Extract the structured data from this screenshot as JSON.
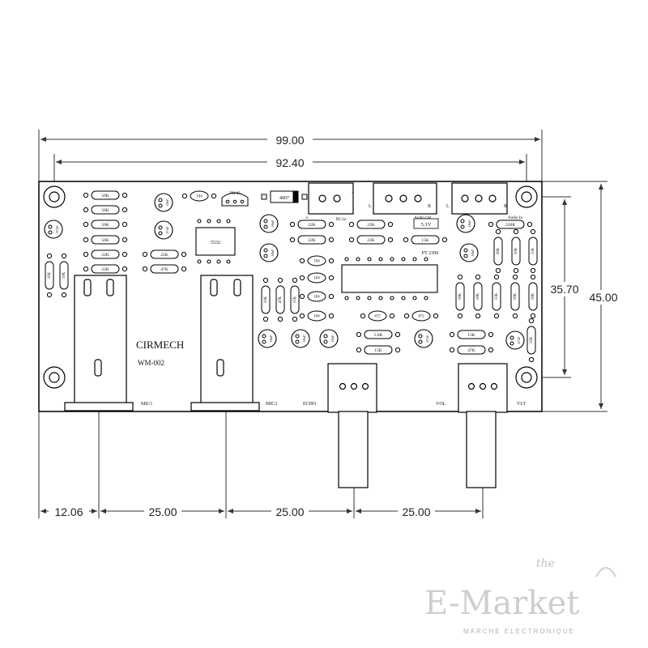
{
  "dimensions": {
    "total_width": "99.00",
    "hole_spacing": "92.40",
    "height_inner": "35.70",
    "height_total": "45.00",
    "edge_offset": "12.06",
    "pitch_1": "25.00",
    "pitch_2": "25.00",
    "pitch_3": "25.00"
  },
  "board": {
    "brand": "CIRMECH",
    "model": "WM-002",
    "connectors": [
      "DC1n",
      "Audio Out",
      "Audio In"
    ],
    "dc_polarity": [
      "+",
      "-"
    ],
    "channels": [
      "L",
      "R",
      "L",
      "R"
    ],
    "bottom_labels": [
      "MIC1",
      "MIC2",
      "ECHO",
      "VOL",
      "VLT"
    ],
    "chips": [
      "5532",
      "PT 2399"
    ],
    "regulator": "78L05",
    "diode": "4007",
    "zener": "5.1V",
    "resistors": [
      "56K",
      "56K",
      "56K",
      "56K",
      "22K",
      "22K",
      "10K",
      "10K",
      "22K",
      "47K",
      "22K",
      "22K",
      "22K",
      "22K",
      "15K",
      "5.6K",
      "15K",
      "15K",
      "47K",
      "220R",
      "56K",
      "18K",
      "18K",
      "15K",
      "18K",
      "18K",
      "10K",
      "47K",
      "15K"
    ],
    "caps": [
      "104",
      "104",
      "104",
      "104",
      "104",
      "472",
      "472",
      "47uF",
      "10uF",
      "47uF",
      "10uF",
      "10uF",
      "10uF",
      "10uF",
      "10uF",
      "47uF",
      "10uF",
      "10uF",
      "47uF"
    ]
  },
  "watermark": {
    "script": "the",
    "name": "E-Market",
    "tagline": "MARCHE ELECTRONIQUE"
  }
}
